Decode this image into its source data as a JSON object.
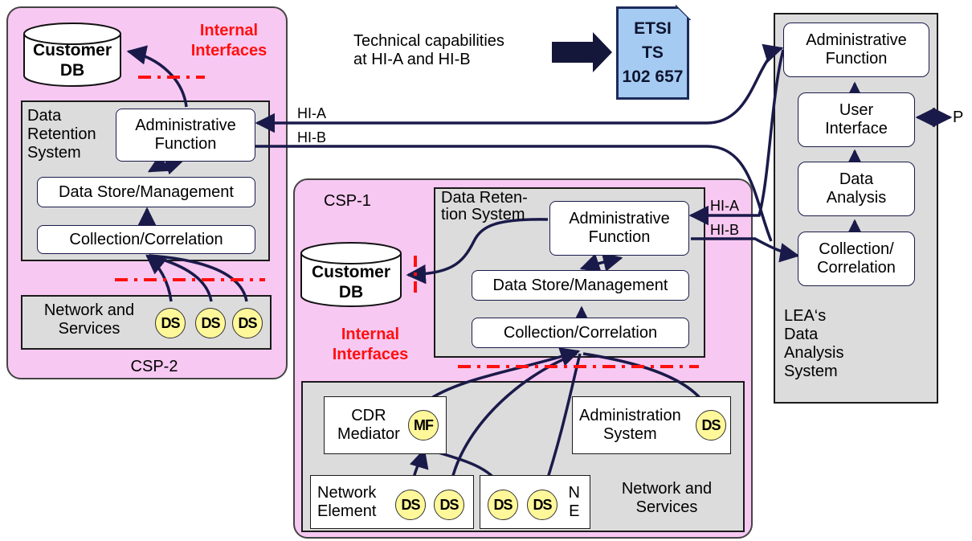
{
  "header": {
    "caption": "Technical capabilities\nat HI-A and HI-B"
  },
  "etsi": {
    "line1": "ETSI",
    "line2": "TS",
    "line3": "102 657"
  },
  "csp2": {
    "label": "CSP-2",
    "internal_interfaces": "Internal\nInterfaces",
    "customer_db": "Customer\nDB",
    "drs_label": "Data\nRetention\nSystem",
    "admin_function": "Administrative\nFunction",
    "data_store": "Data Store/Management",
    "collection": "Collection/Correlation",
    "network_services": "Network and\nServices",
    "ds": [
      "DS",
      "DS",
      "DS"
    ]
  },
  "interfaces": {
    "hia": "HI-A",
    "hib": "HI-B",
    "p": "P"
  },
  "csp1": {
    "label": "CSP-1",
    "drs_label": "Data Reten-\ntion System",
    "admin_function": "Administrative\nFunction",
    "data_store": "Data Store/Management",
    "collection": "Collection/Correlation",
    "customer_db": "Customer\nDB",
    "internal_interfaces": "Internal\nInterfaces",
    "cdr_mediator": "CDR\nMediator",
    "mf": "MF",
    "administration_system": "Administration\nSystem",
    "network_element": "Network\nElement",
    "ne": "N\nE",
    "network_services": "Network and\nServices",
    "ds": [
      "DS",
      "DS",
      "DS",
      "DS",
      "DS"
    ]
  },
  "lea": {
    "label": "LEA‘s\nData\nAnalysis\nSystem",
    "admin_function": "Administrative\nFunction",
    "user_interface": "User\nInterface",
    "data_analysis": "Data\nAnalysis",
    "collection": "Collection/\nCorrelation"
  },
  "colors": {
    "csp_fill": "#f7c8f1",
    "grey_fill": "#dcdcdc",
    "line": "#1a1a4a",
    "internal": "#ff1010",
    "ds_fill": "#fff89a",
    "etsi_fill": "#a6cbf2"
  }
}
